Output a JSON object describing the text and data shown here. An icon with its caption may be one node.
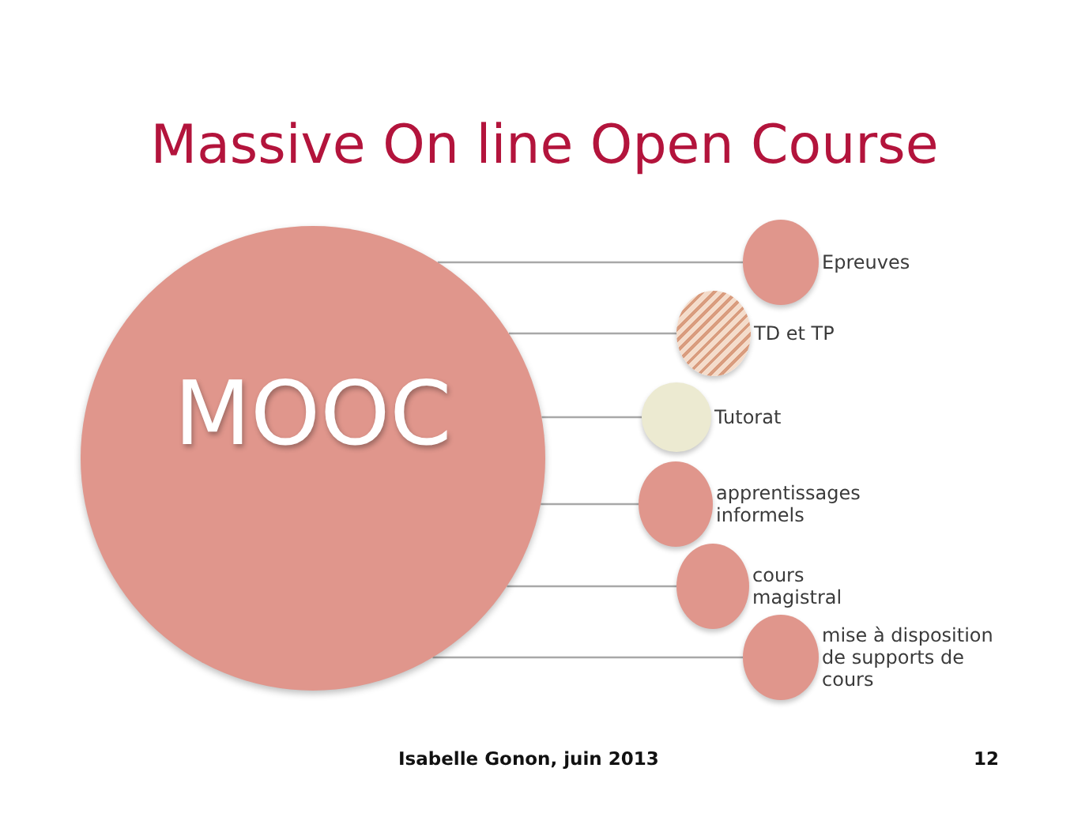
{
  "diagram": {
    "title": "Massive On line Open Course",
    "nodes": [
      {
        "text": [
          "MOOC"
        ]
      },
      {
        "text": [
          "Epreuves"
        ]
      },
      {
        "text": [
          "TD et TP"
        ]
      },
      {
        "text": [
          "Tutorat"
        ]
      },
      {
        "text": [
          "apprentissages informels"
        ]
      },
      {
        "text": [
          "cours magistral"
        ]
      },
      {
        "text": [
          "mise à disposition de supports de cours"
        ]
      }
    ],
    "edges": [
      {
        "from": 0,
        "to": 1,
        "arrow": "none"
      },
      {
        "from": 0,
        "to": 2,
        "arrow": "none"
      },
      {
        "from": 0,
        "to": 3,
        "arrow": "none"
      },
      {
        "from": 0,
        "to": 4,
        "arrow": "none"
      },
      {
        "from": 0,
        "to": 5,
        "arrow": "none"
      },
      {
        "from": 0,
        "to": 6,
        "arrow": "none"
      }
    ],
    "labels": [
      "Isabelle Gonon, juin 2013",
      "12"
    ]
  }
}
